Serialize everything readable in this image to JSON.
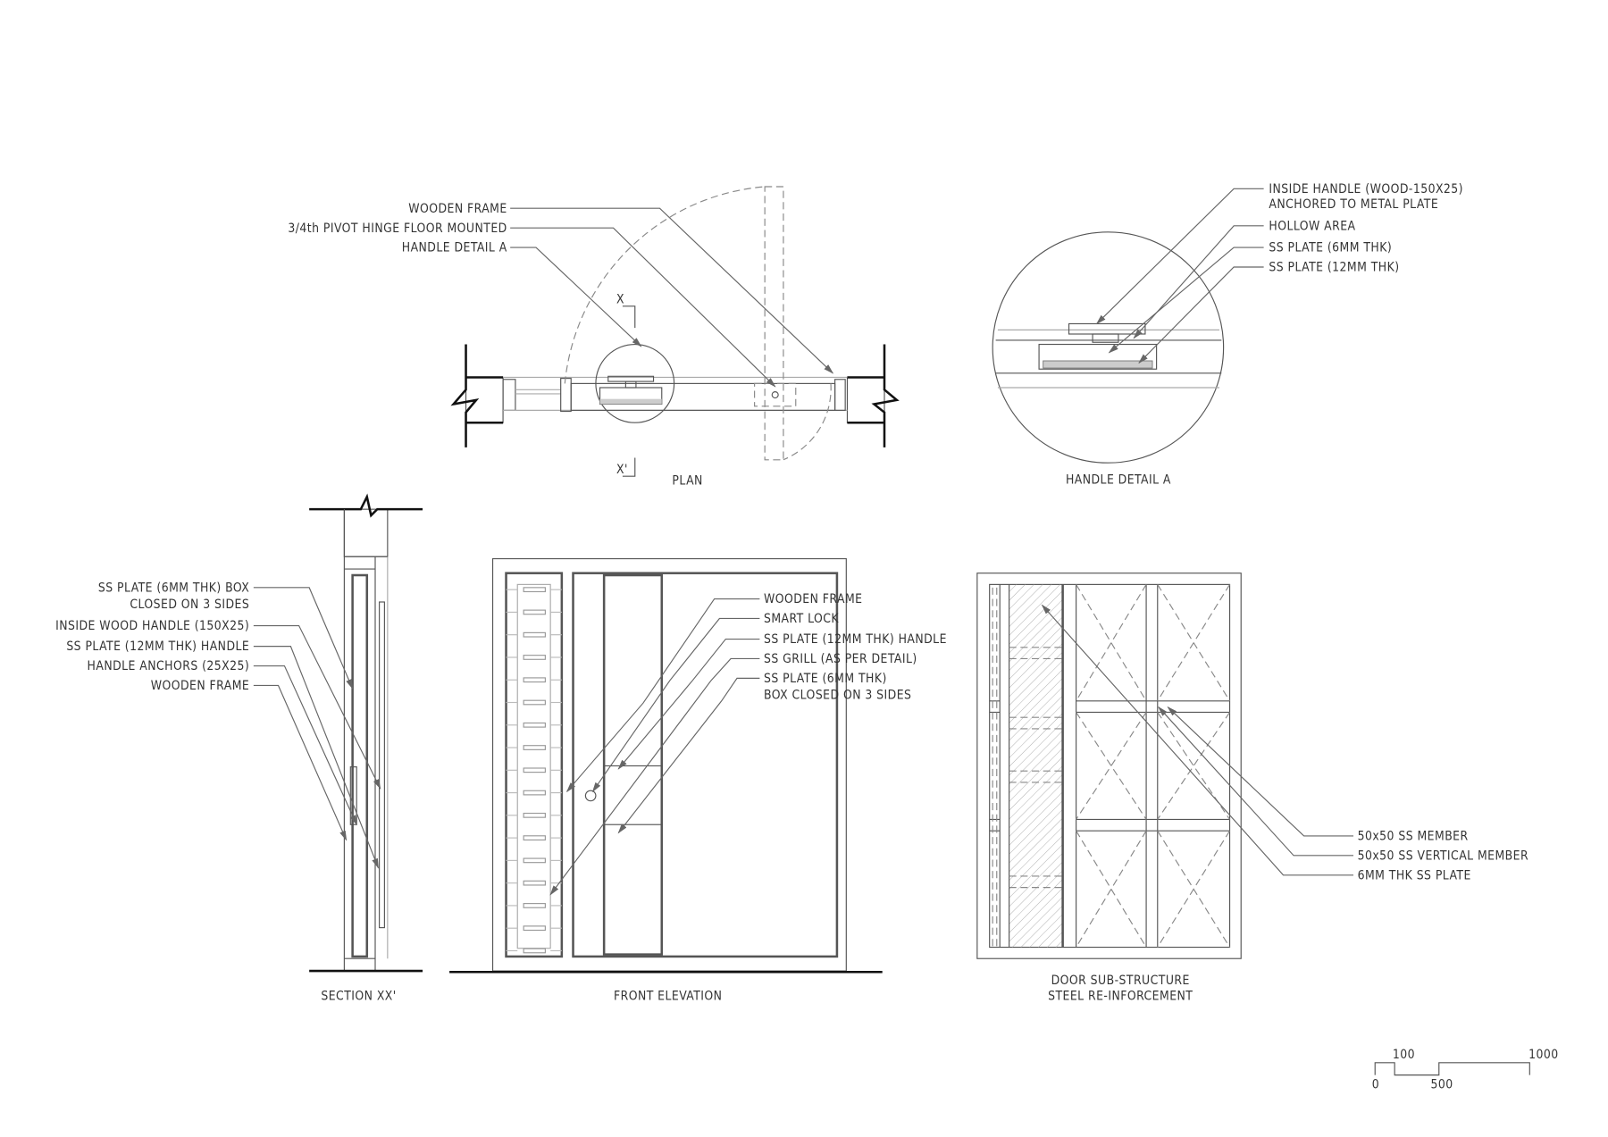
{
  "plan": {
    "title": "PLAN",
    "labels": [
      "WOODEN FRAME",
      "3/4th PIVOT HINGE FLOOR MOUNTED",
      "HANDLE DETAIL A"
    ],
    "section_marks": [
      "X",
      "X'"
    ]
  },
  "handle_detail": {
    "title": "HANDLE DETAIL A",
    "labels": [
      "INSIDE HANDLE (WOOD-150X25)",
      "ANCHORED TO METAL PLATE",
      "HOLLOW AREA",
      "SS PLATE (6MM THK)",
      "SS PLATE (12MM THK)"
    ]
  },
  "section": {
    "title": "SECTION XX'",
    "labels": [
      "SS PLATE (6MM THK) BOX",
      "CLOSED ON 3 SIDES",
      "INSIDE WOOD HANDLE (150X25)",
      "SS PLATE (12MM THK) HANDLE",
      "HANDLE ANCHORS (25X25)",
      "WOODEN FRAME"
    ]
  },
  "elevation": {
    "title": "FRONT ELEVATION",
    "labels": [
      "WOODEN FRAME",
      "SMART LOCK",
      "SS PLATE (12MM THK) HANDLE",
      "SS GRILL (AS PER DETAIL)",
      "SS PLATE (6MM THK)",
      "BOX CLOSED ON 3 SIDES"
    ]
  },
  "substructure": {
    "title_line1": "DOOR SUB-STRUCTURE",
    "title_line2": "STEEL RE-INFORCEMENT",
    "labels": [
      "50x50 SS MEMBER",
      "50x50 SS VERTICAL MEMBER",
      "6MM THK SS PLATE"
    ]
  },
  "scale_bar": {
    "ticks": [
      "0",
      "100",
      "500",
      "1000"
    ]
  }
}
